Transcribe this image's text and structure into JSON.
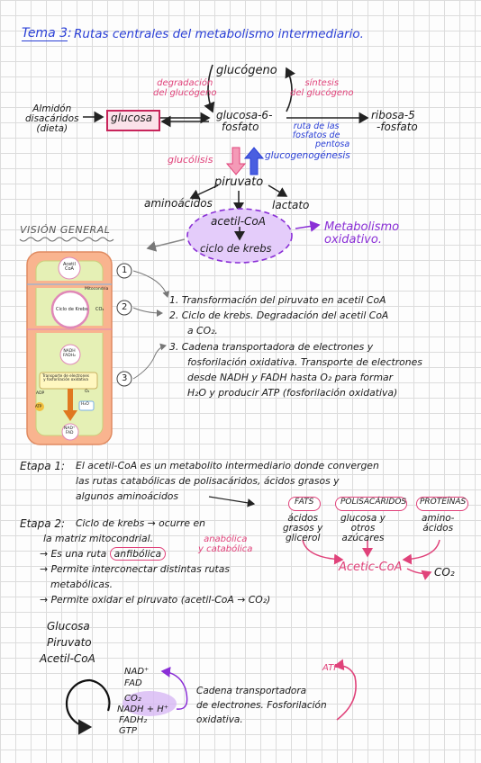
{
  "header": {
    "topic": "Tema 3",
    "title": "Rutas centrales del metabolismo intermediario."
  },
  "diagram": {
    "glucogeno": "glucógeno",
    "degradacion": [
      "degradación",
      "del glucógeno"
    ],
    "sintesis": [
      "síntesis",
      "del glucógeno"
    ],
    "almidon": [
      "Almidón",
      "disacáridos",
      "(dieta)"
    ],
    "glucosa": "glucosa",
    "glucosa6p": [
      "glucosa-6-",
      "fosfato"
    ],
    "ruta_pentosas": [
      "ruta de las",
      "fosfatos de",
      "pentosa"
    ],
    "ribosa": [
      "ribosa-5",
      "-fosfato"
    ],
    "glucolisis": "glucólisis",
    "gluconeogenesis": "glucogenogénesis",
    "piruvato": "piruvato",
    "aminoacidos": "aminoácidos",
    "lactato": "lactato",
    "acetilcoa": "acetil-CoA",
    "krebs": "ciclo de krebs",
    "metabolismo_oxidativo": [
      "Metabolismo",
      "oxidativo."
    ]
  },
  "vision": {
    "heading": "VISIÓN GENERAL",
    "figure": {
      "acetil": [
        "Acetil",
        "CoA"
      ],
      "mitocondria": "Mitocondria",
      "ciclo": "Ciclo de Krebs",
      "co2": "CO₂",
      "nadh": [
        "NADH",
        "FADH₂"
      ],
      "cadena": [
        "Transporte de electrones",
        "y fosforilación oxidativa"
      ],
      "adp": "ADP",
      "o2": "O₂",
      "atp": "ATP",
      "h2o": "H₂O",
      "nad": [
        "NAD⁺",
        "FAD"
      ]
    },
    "markers": [
      "1",
      "2",
      "3"
    ],
    "steps": [
      "1. Transformación del piruvato en acetil CoA",
      "2. Ciclo de krebs. Degradación del acetil CoA",
      "a CO₂.",
      "3. Cadena transportadora de electrones y",
      "fosforilación oxidativa. Transporte de electrones",
      "desde NADH y FADH hasta O₂ para formar",
      "H₂O y producir ATP (fosforilación oxidativa)"
    ]
  },
  "etapa1": {
    "label": "Etapa 1:",
    "lines": [
      "El acetil-CoA es un metabolito intermediario donde convergen",
      "las rutas catabólicas de polisacáridos, ácidos grasos y",
      "algunos aminoácidos"
    ]
  },
  "sources": {
    "fats": "FATS",
    "polisacaridos": "POLISACÁRIDOS",
    "proteinas": "PROTEÍNAS",
    "fats_sub": [
      "ácidos",
      "grasos y",
      "glicerol"
    ],
    "poli_sub": [
      "glucosa y",
      "otros",
      "azúcares"
    ],
    "prot_sub": [
      "amino-",
      "ácidos"
    ],
    "acetic": "Acetic-CoA",
    "co2": "CO₂"
  },
  "etapa2": {
    "label": "Etapa 2:",
    "line1": "Ciclo de krebs → ocurre en",
    "line2": "la matriz mitocondrial.",
    "bullet1_pre": "→ Es una ruta",
    "anfibolica": "anfibólica",
    "anf_note": [
      "anabólica",
      "y catabólica"
    ],
    "bullet2": "→ Permite interconectar distintas rutas",
    "bullet2b": "metabólicas.",
    "bullet3": "→ Permite oxidar el piruvato (acetil-CoA → CO₂)"
  },
  "cycle": {
    "glucosa": "Glucosa",
    "piruvato": "Piruvato",
    "acetil": "Acetil-CoA",
    "nad": "NAD⁺",
    "fad": "FAD",
    "co2": "CO₂",
    "nadh": "NADH + H⁺",
    "fadh2": "FADH₂",
    "gtp": "GTP",
    "atp": "ATP",
    "cadena": [
      "Cadena transportadora",
      "de electrones. Fosforilación",
      "oxidativa."
    ]
  }
}
